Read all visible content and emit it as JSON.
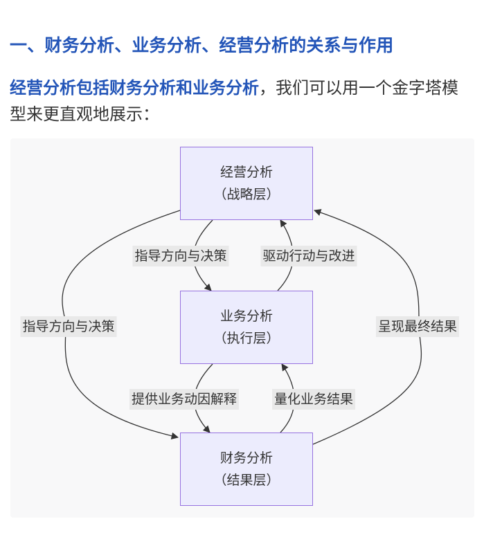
{
  "heading": "一、财务分析、业务分析、经营分析的关系与作用",
  "intro": {
    "emphasis": "经营分析包括财务分析和业务分析",
    "rest": "，我们可以用一个金字塔模型来更直观地展示："
  },
  "diagram": {
    "nodes": {
      "strategy": {
        "title": "经营分析",
        "sub": "（战略层）"
      },
      "business": {
        "title": "业务分析",
        "sub": "（执行层）"
      },
      "finance": {
        "title": "财务分析",
        "sub": "（结果层）"
      }
    },
    "edges": {
      "strategy_to_business": "指导方向与决策",
      "business_to_strategy": "驱动行动与改进",
      "strategy_to_finance": "指导方向与决策",
      "finance_to_strategy": "呈现最终结果",
      "business_to_finance": "提供业务动因解释",
      "finance_to_business": "量化业务结果"
    },
    "colors": {
      "node_fill": "#ececfd",
      "node_border": "#9671e0",
      "edge": "#333333",
      "label_bg": "#e9e9e9"
    }
  }
}
